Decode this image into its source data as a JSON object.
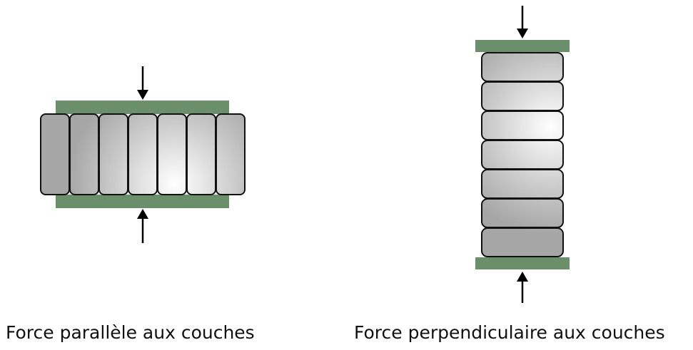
{
  "colors": {
    "plate": "#6b8f6b",
    "layer_outline": "#111111",
    "layer_fill_dark": "#aaaaaa",
    "layer_fill_light": "#ffffff",
    "arrow": "#000000",
    "caption_text": "#111111"
  },
  "captions": {
    "parallel": "Force parallèle aux couches",
    "perpendicular": "Force perpendiculaire aux couches"
  },
  "diagrams": {
    "parallel": {
      "layer_count": 7,
      "layer_orientation": "vertical",
      "arrows": [
        "top-down",
        "bottom-up"
      ]
    },
    "perpendicular": {
      "layer_count": 7,
      "layer_orientation": "horizontal",
      "arrows": [
        "top-down",
        "bottom-up"
      ]
    }
  }
}
